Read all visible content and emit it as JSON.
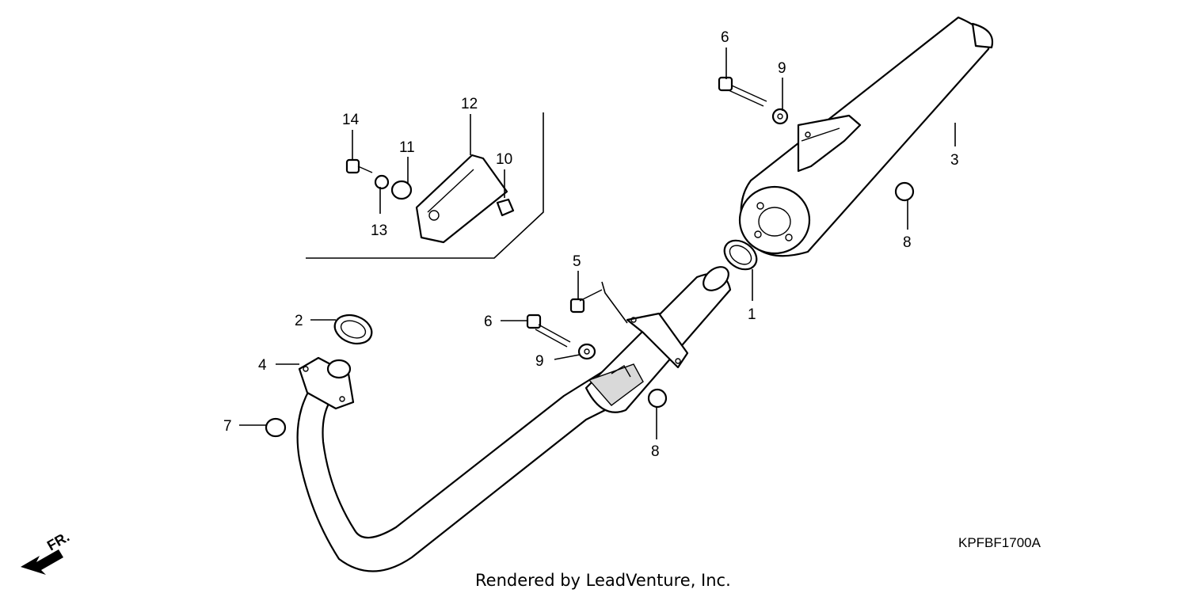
{
  "callouts": {
    "c1": "1",
    "c2": "2",
    "c3": "3",
    "c4": "4",
    "c5": "5",
    "c6a": "6",
    "c6b": "6",
    "c7": "7",
    "c8a": "8",
    "c8b": "8",
    "c9a": "9",
    "c9b": "9",
    "c10": "10",
    "c11": "11",
    "c12": "12",
    "c13": "13",
    "c14": "14"
  },
  "diagram_code": "KPFBF1700A",
  "front_indicator": "FR.",
  "footer_credit": "Rendered by LeadVenture, Inc."
}
